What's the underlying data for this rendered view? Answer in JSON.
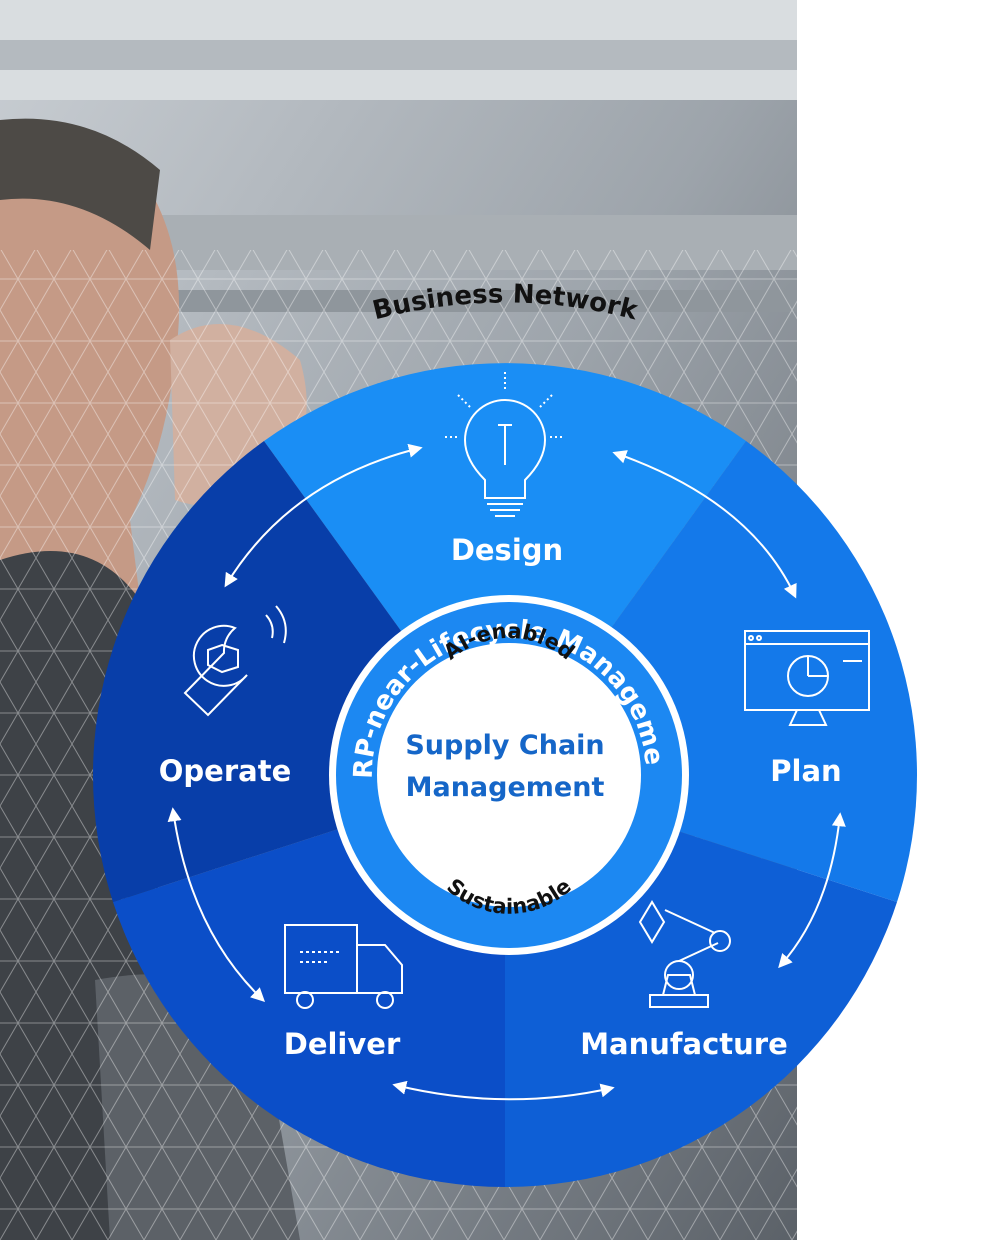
{
  "outer_arc_label": "Business Network",
  "ring_label": "ERP-near-Lifecycle Management",
  "inner_top_label": "AI-enabled",
  "inner_bottom_label": "Sustainable",
  "center_label": {
    "line1": "Supply Chain",
    "line2": "Management"
  },
  "segments": [
    {
      "id": "design",
      "label": "Design",
      "icon": "lightbulb-icon"
    },
    {
      "id": "plan",
      "label": "Plan",
      "icon": "monitor-chart-icon"
    },
    {
      "id": "manufacture",
      "label": "Manufacture",
      "icon": "robot-arm-icon"
    },
    {
      "id": "deliver",
      "label": "Deliver",
      "icon": "truck-icon"
    },
    {
      "id": "operate",
      "label": "Operate",
      "icon": "wrench-icon"
    }
  ],
  "colors": {
    "segment_design": "#1a8ef5",
    "segment_plan": "#1479ea",
    "segment_manufacture": "#0e5fd6",
    "segment_deliver": "#0b4ec8",
    "segment_operate": "#083ea9",
    "ring": "#1c88f2",
    "center_text": "#1566c8",
    "white": "#ffffff"
  }
}
